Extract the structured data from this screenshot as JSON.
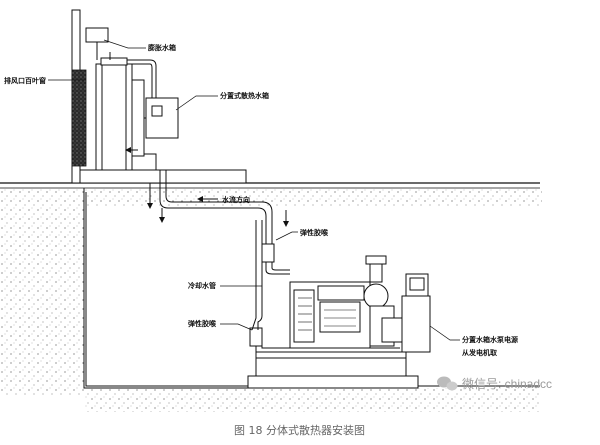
{
  "diagram": {
    "labels": {
      "expansion_tank": "膨胀水箱",
      "louver": "排风口百叶窗",
      "split_radiator": "分置式散热水箱",
      "flow_direction": "水流方向",
      "elastic_hose_upper": "弹性胶喉",
      "cooling_pipe": "冷却水管",
      "elastic_hose_lower": "弹性胶喉",
      "pump_power": "分置水箱水泵电源",
      "from_genset": "从发电机取"
    },
    "watermark": "微信号: chinadcc",
    "caption": "图 18 分体式散热器安装图"
  }
}
